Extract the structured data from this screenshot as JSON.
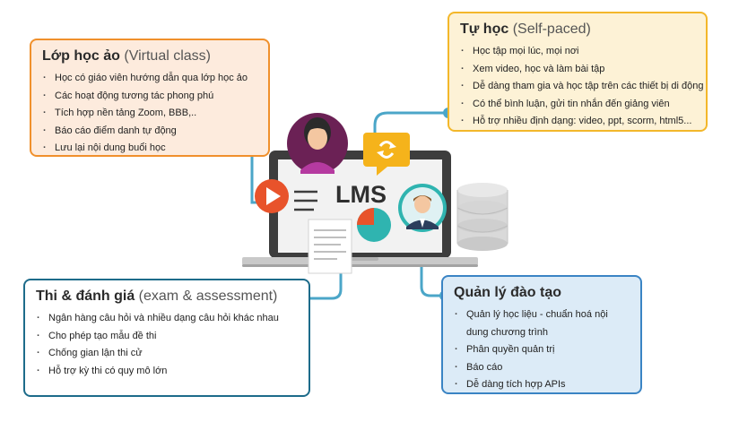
{
  "center_label": "LMS",
  "virtual_class": {
    "title": "Lớp học ảo",
    "subtitle": "(Virtual class)",
    "items": [
      "Học có giáo viên hướng dẫn qua lớp học ảo",
      "Các hoạt động tương tác phong phú",
      "Tích hợp nền tảng Zoom, BBB,..",
      "Báo cáo điểm danh tự động",
      "Lưu lại nội dung buổi học"
    ]
  },
  "self_paced": {
    "title": "Tự học",
    "subtitle": "(Self-paced)",
    "items": [
      "Học tập mọi lúc, mọi nơi",
      "Xem video, học và làm bài tập",
      "Dễ dàng tham gia và học tập trên các thiết bị di động",
      "Có thể bình luận, gửi tin nhắn đến giảng viên",
      "Hỗ trợ nhiều định dạng: video, ppt, scorm, html5..."
    ]
  },
  "exam": {
    "title": "Thi & đánh giá",
    "subtitle": "(exam & assessment)",
    "items": [
      "Ngân hàng câu hỏi và nhiều dạng câu hỏi khác nhau",
      "Cho phép tạo mẫu đề thi",
      "Chống gian lận thi cử",
      "Hỗ trợ kỳ thi có quy mô lớn"
    ]
  },
  "training_management": {
    "title": "Quản lý đào tạo",
    "items": [
      "Quản lý học liệu -  chuẩn hoá nội dung chương trình",
      "Phân quyền quản trị",
      "Báo cáo",
      "Dễ dàng tích hợp APIs"
    ]
  },
  "icons": [
    "play-icon",
    "teacher-avatar-icon",
    "refresh-chat-icon",
    "student-avatar-icon",
    "pie-chart-icon",
    "document-icon",
    "database-icon",
    "laptop-icon"
  ],
  "colors": {
    "virtual_border": "#f0902c",
    "virtual_bg": "#fdebdd",
    "self_border": "#f3b72a",
    "self_bg": "#fdf2d6",
    "exam_border": "#1d6b8a",
    "manage_border": "#3a84c4",
    "manage_bg": "#dcebf7",
    "connector": "#4ba6c8",
    "play_red": "#e8532b",
    "teal": "#2fb4b0"
  }
}
